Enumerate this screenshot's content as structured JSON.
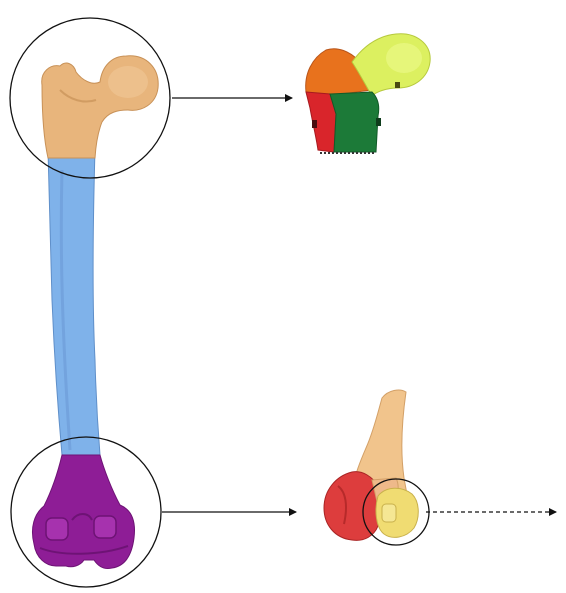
{
  "figure": {
    "background": "#ffffff",
    "callouts": [
      {
        "id": "proximal",
        "source": "femur-head-region",
        "target": "proximal-segmentation",
        "arrow_style": "solid"
      },
      {
        "id": "distal",
        "source": "femur-condyle-region",
        "target": "distal-segmentation",
        "arrow_style": "solid"
      },
      {
        "id": "distal-detail",
        "source": "distal-condyle-zoom",
        "target": "off-figure",
        "arrow_style": "dashed"
      }
    ],
    "colors": {
      "proximal_femur": "#e8b57c",
      "shaft": "#7fb2ea",
      "distal_femur": "#8e1d96",
      "seg_orange": "#e8721d",
      "seg_lime": "#dcf060",
      "seg_green": "#1c7a38",
      "seg_red": "#d9252b",
      "distal_tan": "#f1c48c",
      "distal_red": "#dd3d3d",
      "distal_yellow": "#f0dc72",
      "outline": "#111111"
    }
  }
}
